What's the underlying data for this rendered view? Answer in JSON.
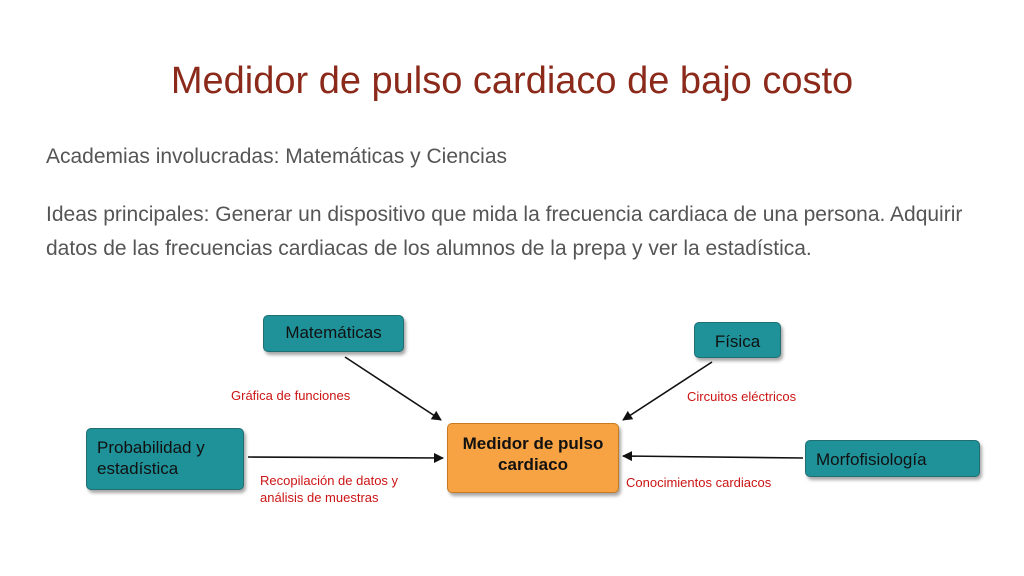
{
  "slide": {
    "title": "Medidor de pulso cardiaco de bajo costo",
    "academias": "Academias involucradas: Matemáticas y Ciencias",
    "ideas": "Ideas principales: Generar un dispositivo que mida la frecuencia cardiaca de una persona. Adquirir datos de las frecuencias cardiacas de los alumnos de la prepa y ver la estadística."
  },
  "diagram": {
    "center": "Medidor de pulso cardiaco",
    "nodes": {
      "matematicas": "Matemáticas",
      "fisica": "Física",
      "probabilidad": "Probabilidad y estadística",
      "morfofisiologia": "Morfofisiología"
    },
    "edges": {
      "matematicas": "Gráfica de funciones",
      "fisica": "Circuitos eléctricos",
      "probabilidad": "Recopilación de datos y análisis de muestras",
      "morfofisiologia": "Conocimientos cardiacos"
    },
    "colors": {
      "title": "#8b2a1a",
      "node": "#1e9199",
      "center": "#f7a243",
      "edge_label": "#cc1414"
    }
  }
}
